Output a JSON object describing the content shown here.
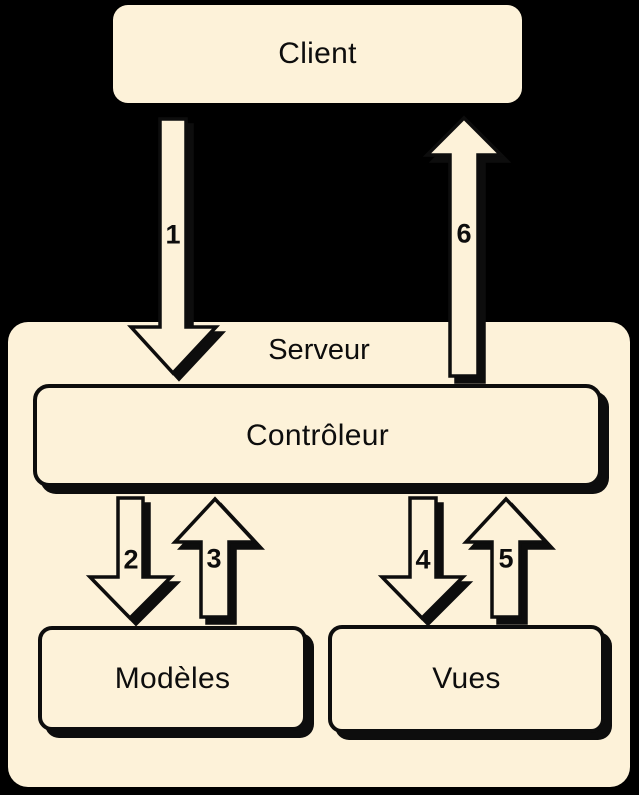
{
  "nodes": {
    "client": {
      "label": "Client"
    },
    "serveur": {
      "label": "Serveur"
    },
    "controleur": {
      "label": "Contrôleur"
    },
    "modeles": {
      "label": "Modèles"
    },
    "vues": {
      "label": "Vues"
    }
  },
  "arrows": [
    {
      "label": "1",
      "direction": "down",
      "from": "Client",
      "to": "Contrôleur"
    },
    {
      "label": "2",
      "direction": "down",
      "from": "Contrôleur",
      "to": "Modèles"
    },
    {
      "label": "3",
      "direction": "up",
      "from": "Modèles",
      "to": "Contrôleur"
    },
    {
      "label": "4",
      "direction": "down",
      "from": "Contrôleur",
      "to": "Vues"
    },
    {
      "label": "5",
      "direction": "up",
      "from": "Vues",
      "to": "Contrôleur"
    },
    {
      "label": "6",
      "direction": "up",
      "from": "Contrôleur",
      "to": "Client"
    }
  ],
  "colors": {
    "background": "#000000",
    "node_fill": "#FDF2D9",
    "outline": "#0d0d0d"
  }
}
